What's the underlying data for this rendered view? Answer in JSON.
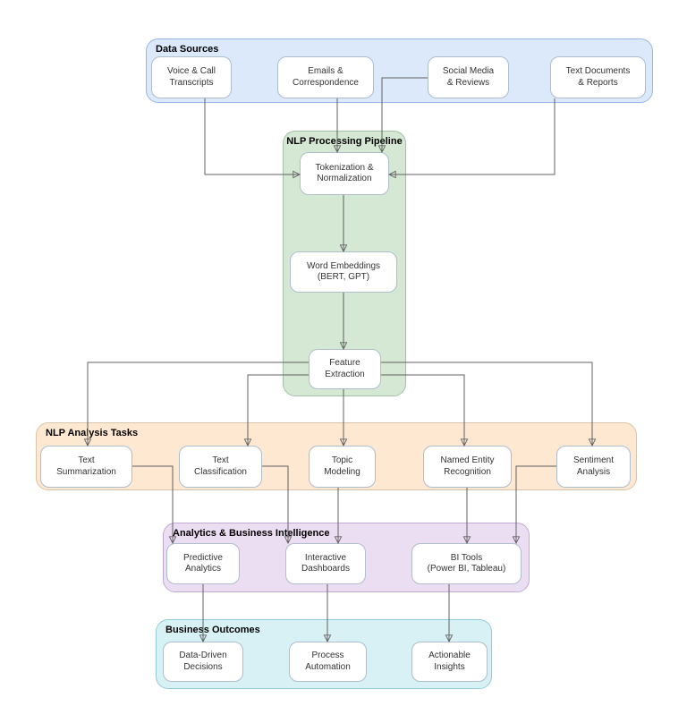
{
  "containers": {
    "data_sources": {
      "title": "Data Sources"
    },
    "nlp_pipeline": {
      "title": "NLP Processing Pipeline"
    },
    "nlp_tasks": {
      "title": "NLP Analysis Tasks"
    },
    "analytics": {
      "title": "Analytics & Business Intelligence"
    },
    "outcomes": {
      "title": "Business Outcomes"
    }
  },
  "nodes": {
    "voice": {
      "label": "Voice & Call\nTranscripts"
    },
    "emails": {
      "label": "Emails &\nCorrespondence"
    },
    "social": {
      "label": "Social Media\n& Reviews"
    },
    "textdocs": {
      "label": "Text Documents\n& Reports"
    },
    "token": {
      "label": "Tokenization &\nNormalization"
    },
    "wordemb": {
      "label": "Word Embeddings\n(BERT, GPT)"
    },
    "featext": {
      "label": "Feature\nExtraction"
    },
    "textsum": {
      "label": "Text\nSummarization"
    },
    "textclass": {
      "label": "Text\nClassification"
    },
    "topic": {
      "label": "Topic\nModeling"
    },
    "ner": {
      "label": "Named Entity\nRecognition"
    },
    "sentiment": {
      "label": "Sentiment\nAnalysis"
    },
    "predictive": {
      "label": "Predictive\nAnalytics"
    },
    "dashboards": {
      "label": "Interactive\nDashboards"
    },
    "bitools": {
      "label": "BI Tools\n(Power BI, Tableau)"
    },
    "datadriven": {
      "label": "Data-Driven\nDecisions"
    },
    "process": {
      "label": "Process\nAutomation"
    },
    "actionable": {
      "label": "Actionable\nInsights"
    }
  },
  "edges": [
    {
      "from": "voice-call-transcripts",
      "to": "tokenization-normalization"
    },
    {
      "from": "emails-correspondence",
      "to": "tokenization-normalization"
    },
    {
      "from": "social-media-reviews",
      "to": "tokenization-normalization"
    },
    {
      "from": "text-documents-reports",
      "to": "tokenization-normalization"
    },
    {
      "from": "tokenization-normalization",
      "to": "word-embeddings"
    },
    {
      "from": "word-embeddings",
      "to": "feature-extraction"
    },
    {
      "from": "feature-extraction",
      "to": "text-summarization"
    },
    {
      "from": "feature-extraction",
      "to": "text-classification"
    },
    {
      "from": "feature-extraction",
      "to": "topic-modeling"
    },
    {
      "from": "feature-extraction",
      "to": "named-entity-recognition"
    },
    {
      "from": "feature-extraction",
      "to": "sentiment-analysis"
    },
    {
      "from": "text-summarization",
      "to": "predictive-analytics"
    },
    {
      "from": "text-classification",
      "to": "interactive-dashboards"
    },
    {
      "from": "topic-modeling",
      "to": "interactive-dashboards"
    },
    {
      "from": "named-entity-recognition",
      "to": "bi-tools"
    },
    {
      "from": "sentiment-analysis",
      "to": "bi-tools"
    },
    {
      "from": "predictive-analytics",
      "to": "data-driven-decisions"
    },
    {
      "from": "interactive-dashboards",
      "to": "process-automation"
    },
    {
      "from": "bi-tools",
      "to": "actionable-insights"
    }
  ],
  "colors": {
    "data_sources_fill": "#dbe9fb",
    "data_sources_stroke": "#96b7e0",
    "pipeline_fill": "#d5e8d4",
    "pipeline_stroke": "#a5c1a5",
    "tasks_fill": "#ffe8d2",
    "tasks_stroke": "#d8c4a8",
    "analytics_fill": "#ecdef2",
    "analytics_stroke": "#c2a9d4",
    "outcomes_fill": "#d8f1f5",
    "outcomes_stroke": "#95cbd8",
    "node_fill": "#ffffff",
    "node_stroke": "#aebecd",
    "edge": "#616161",
    "text": "#333333"
  }
}
